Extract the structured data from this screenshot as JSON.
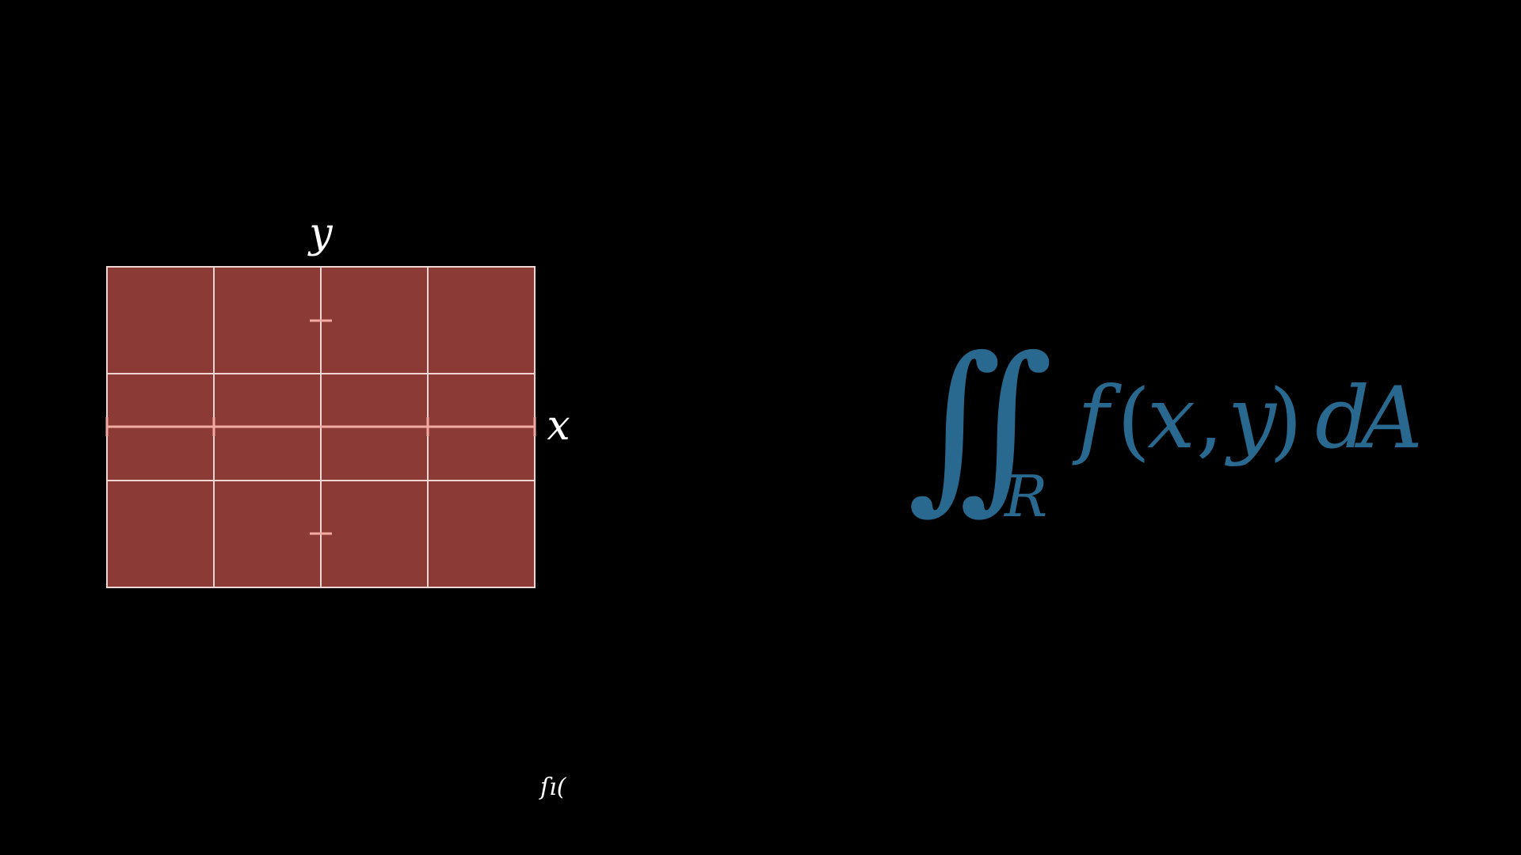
{
  "colors": {
    "background": "#000000",
    "region_fill": "#8b3a35",
    "grid_line": "#f0d6d3",
    "axis_line": "#f2aaa3",
    "label_color": "#ffffff",
    "formula_color": "#29688f"
  },
  "axes": {
    "x_label": "x",
    "y_label": "y"
  },
  "region": {
    "columns": 4,
    "rows": 3
  },
  "formula": {
    "integral_sign_1": "∫",
    "integral_sign_2": "∫",
    "subscript": "R",
    "function_name": "f",
    "open_paren": "(",
    "arg_x": "x",
    "comma": ",",
    "arg_y": "y",
    "close_paren": ")",
    "differential_d": "d",
    "differential_A": "A"
  },
  "bottom_fragment": {
    "text": "ſı("
  }
}
